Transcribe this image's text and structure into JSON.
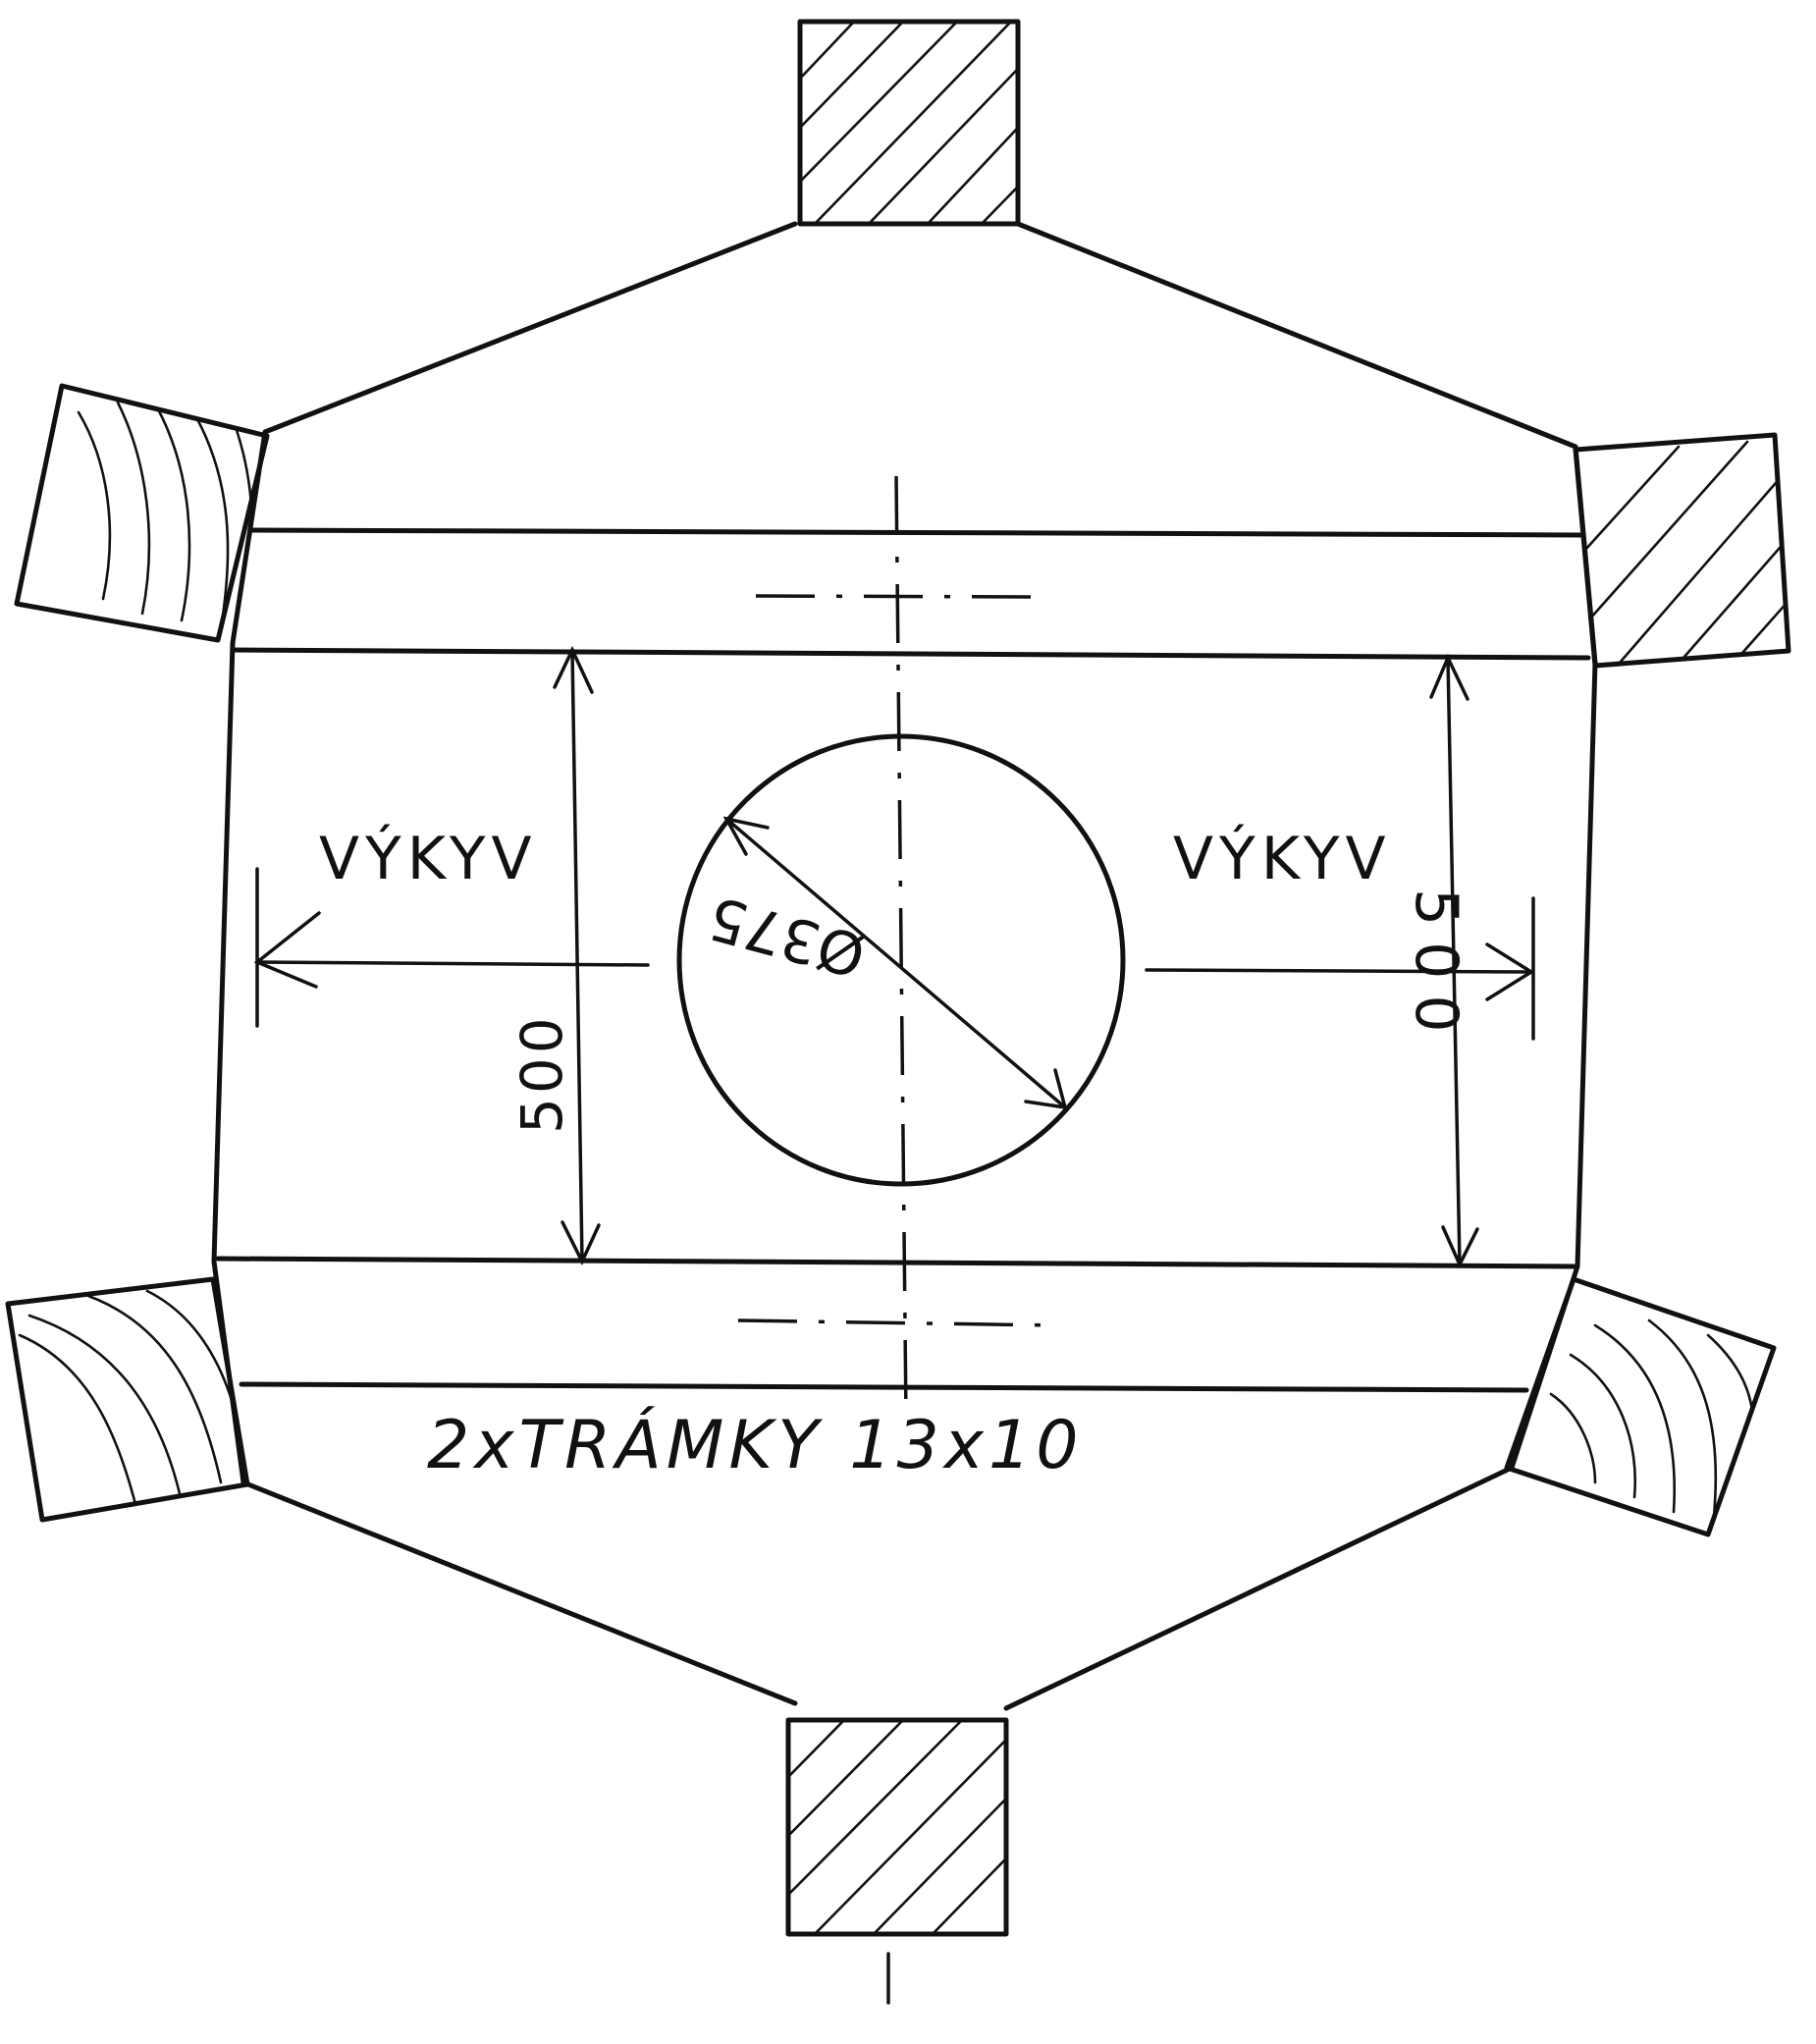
{
  "labels": {
    "swing_left": "VÝKYV",
    "swing_right": "VÝKYV",
    "dim_left": "500",
    "dim_right": "500",
    "diameter": "Ø375",
    "beams": "2xTRÁMKY 13x10"
  },
  "colors": {
    "ink": "#111111",
    "paper": "#ffffff"
  }
}
